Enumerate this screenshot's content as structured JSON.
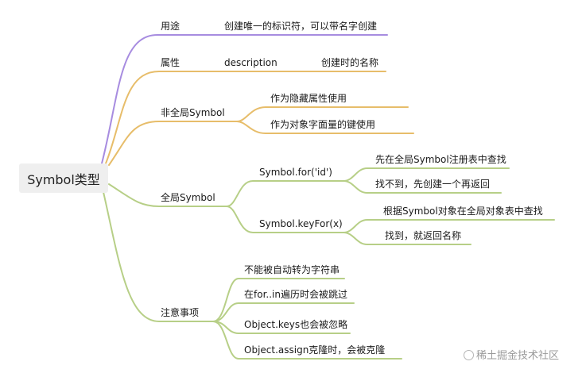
{
  "root": "Symbol类型",
  "branches": {
    "usage": {
      "label": "用途",
      "desc": "创建唯一的标识符，可以带名字创建"
    },
    "property": {
      "label": "属性",
      "name": "description",
      "desc": "创建时的名称"
    },
    "non_global": {
      "label": "非全局Symbol",
      "children": [
        "作为隐藏属性使用",
        "作为对象字面量的键使用"
      ]
    },
    "global": {
      "label": "全局Symbol",
      "for": {
        "label": "Symbol.for('id')",
        "children": [
          "先在全局Symbol注册表中查找",
          "找不到，先创建一个再返回"
        ]
      },
      "keyFor": {
        "label": "Symbol.keyFor(x)",
        "children": [
          "根据Symbol对象在全局对象表中查找",
          "找到，就返回名称"
        ]
      }
    },
    "notes": {
      "label": "注意事项",
      "children": [
        "不能被自动转为字符串",
        "在for..in遍历时会被跳过",
        "Object.keys也会被忽略",
        "Object.assign克隆时，会被克隆"
      ]
    }
  },
  "colors": {
    "purple": "#a78ce0",
    "orange": "#e7bd6a",
    "green": "#b7cf87"
  },
  "watermark": "稀土掘金技术社区"
}
